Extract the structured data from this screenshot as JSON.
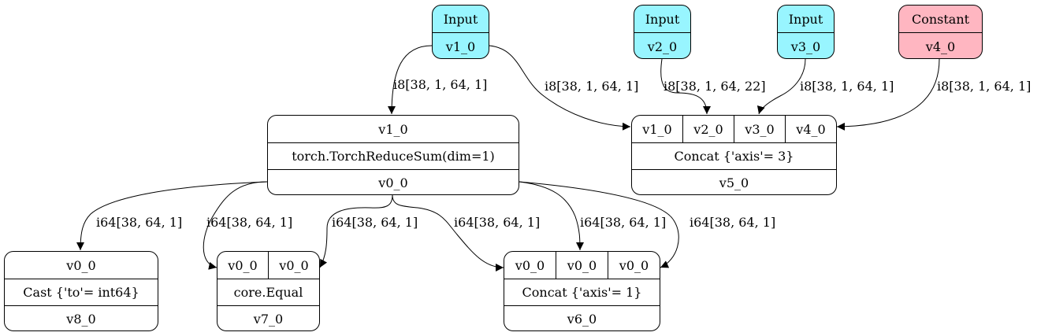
{
  "nodes": {
    "n_v1_in": {
      "title": "Input",
      "name": "v1_0"
    },
    "n_v2_in": {
      "title": "Input",
      "name": "v2_0"
    },
    "n_v3_in": {
      "title": "Input",
      "name": "v3_0"
    },
    "n_v4_const": {
      "title": "Constant",
      "name": "v4_0"
    },
    "n_sum": {
      "inputs": [
        "v1_0"
      ],
      "op": "torch.TorchReduceSum(dim=1)",
      "output": "v0_0"
    },
    "n_concat3": {
      "inputs": [
        "v1_0",
        "v2_0",
        "v3_0",
        "v4_0"
      ],
      "op": "Concat {'axis'= 3}",
      "output": "v5_0"
    },
    "n_cast": {
      "inputs": [
        "v0_0"
      ],
      "op": "Cast {'to'= int64}",
      "output": "v8_0"
    },
    "n_equal": {
      "inputs": [
        "v0_0",
        "v0_0"
      ],
      "op": "core.Equal",
      "output": "v7_0"
    },
    "n_concat1": {
      "inputs": [
        "v0_0",
        "v0_0",
        "v0_0"
      ],
      "op": "Concat {'axis'= 1}",
      "output": "v6_0"
    }
  },
  "edge_labels": {
    "e1": "i8[38, 1, 64, 1]",
    "e2": "i8[38, 1, 64, 1]",
    "e3": "i8[38, 1, 64, 22]",
    "e4": "i8[38, 1, 64, 1]",
    "e5": "i8[38, 1, 64, 1]",
    "e6": "i64[38, 64, 1]",
    "e7": "i64[38, 64, 1]",
    "e8": "i64[38, 64, 1]",
    "e9": "i64[38, 64, 1]",
    "e10": "i64[38, 64, 1]",
    "e11": "i64[38, 64, 1]"
  },
  "colors": {
    "input_fill": "#98f5ff",
    "constant_fill": "#ffb6c1",
    "edge": "#000000"
  }
}
